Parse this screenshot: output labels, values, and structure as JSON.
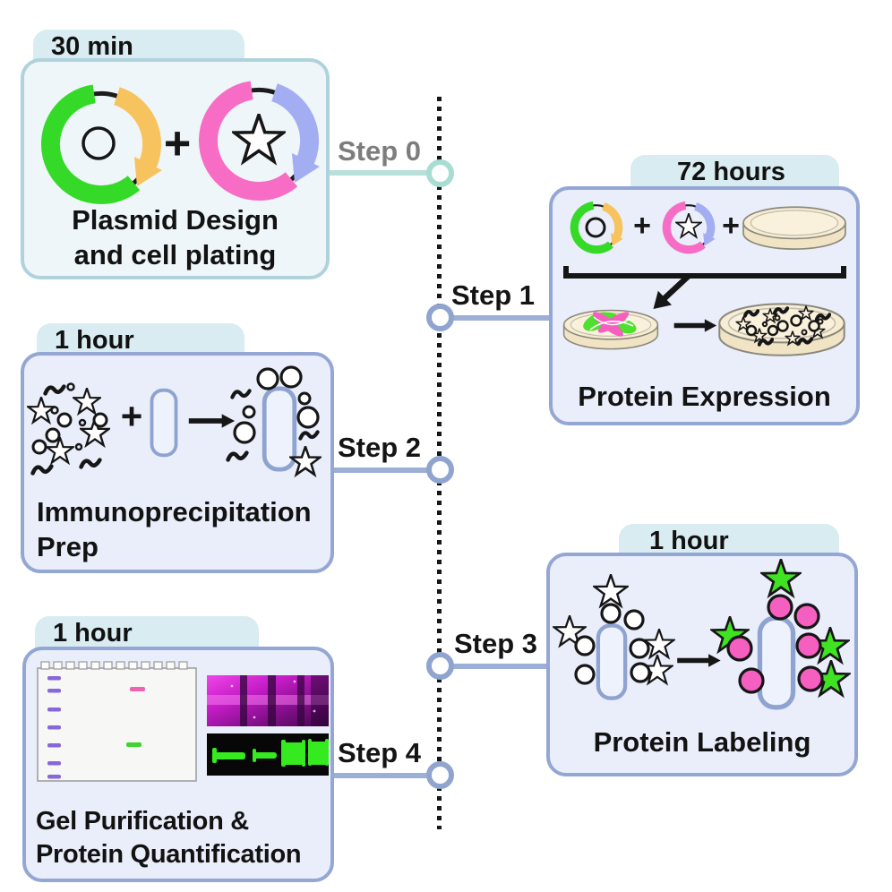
{
  "steps": [
    {
      "label": "Step 0",
      "duration": "30 min",
      "caption_lines": [
        "Plasmid Design",
        "and cell plating"
      ]
    },
    {
      "label": "Step 1",
      "duration": "72 hours",
      "caption_lines": [
        "Protein Expression"
      ]
    },
    {
      "label": "Step 2",
      "duration": "1 hour",
      "caption_lines": [
        "Immunoprecipitation",
        "Prep"
      ]
    },
    {
      "label": "Step 3",
      "duration": "1 hour",
      "caption_lines": [
        "Protein Labeling"
      ]
    },
    {
      "label": "Step 4",
      "duration": "1 hour",
      "caption_lines": [
        "Gel Purification &",
        "Protein Quantification"
      ]
    }
  ],
  "symbols": {
    "plus": "+"
  },
  "icons": [
    "plasmid-circle-icon",
    "plasmid-star-icon",
    "petri-dish-icon",
    "transfection-dish-icon",
    "colony-dish-icon",
    "star-protein-icon",
    "bead-circle-icon",
    "peptide-squiggle-icon",
    "column-icon",
    "arrow-right-icon",
    "arrow-down-icon",
    "bracket-icon",
    "gel-icon",
    "magenta-blot-image",
    "green-blot-image",
    "timeline-node-icon",
    "plus-icon"
  ],
  "colors": {
    "step0_accent": "#b7e0d8",
    "step_accent": "#93a6d4",
    "connector": "#9cafd6",
    "tab_bg": "#d9ecf2",
    "box0_bg": "#eff6f9",
    "box0_border": "#afd3dd",
    "box_bg": "#e9eefa",
    "step0_label": "#7d7d7d",
    "step_label": "#141414",
    "plasmid_green": "#35da28",
    "plasmid_yellow": "#f7c35e",
    "plasmid_pink": "#f76cc4",
    "plasmid_blue": "#a3aef2",
    "label_star_green": "#3fe321",
    "label_dot_pink": "#f55fc0",
    "dish_beige": "#f7edd3",
    "ladder_purple": "#8767d9",
    "band_pink": "#ef64b0",
    "band_green": "#3ed42c",
    "blot_magenta": "#c41cc6",
    "blot_band_green": "#35ea1f"
  }
}
